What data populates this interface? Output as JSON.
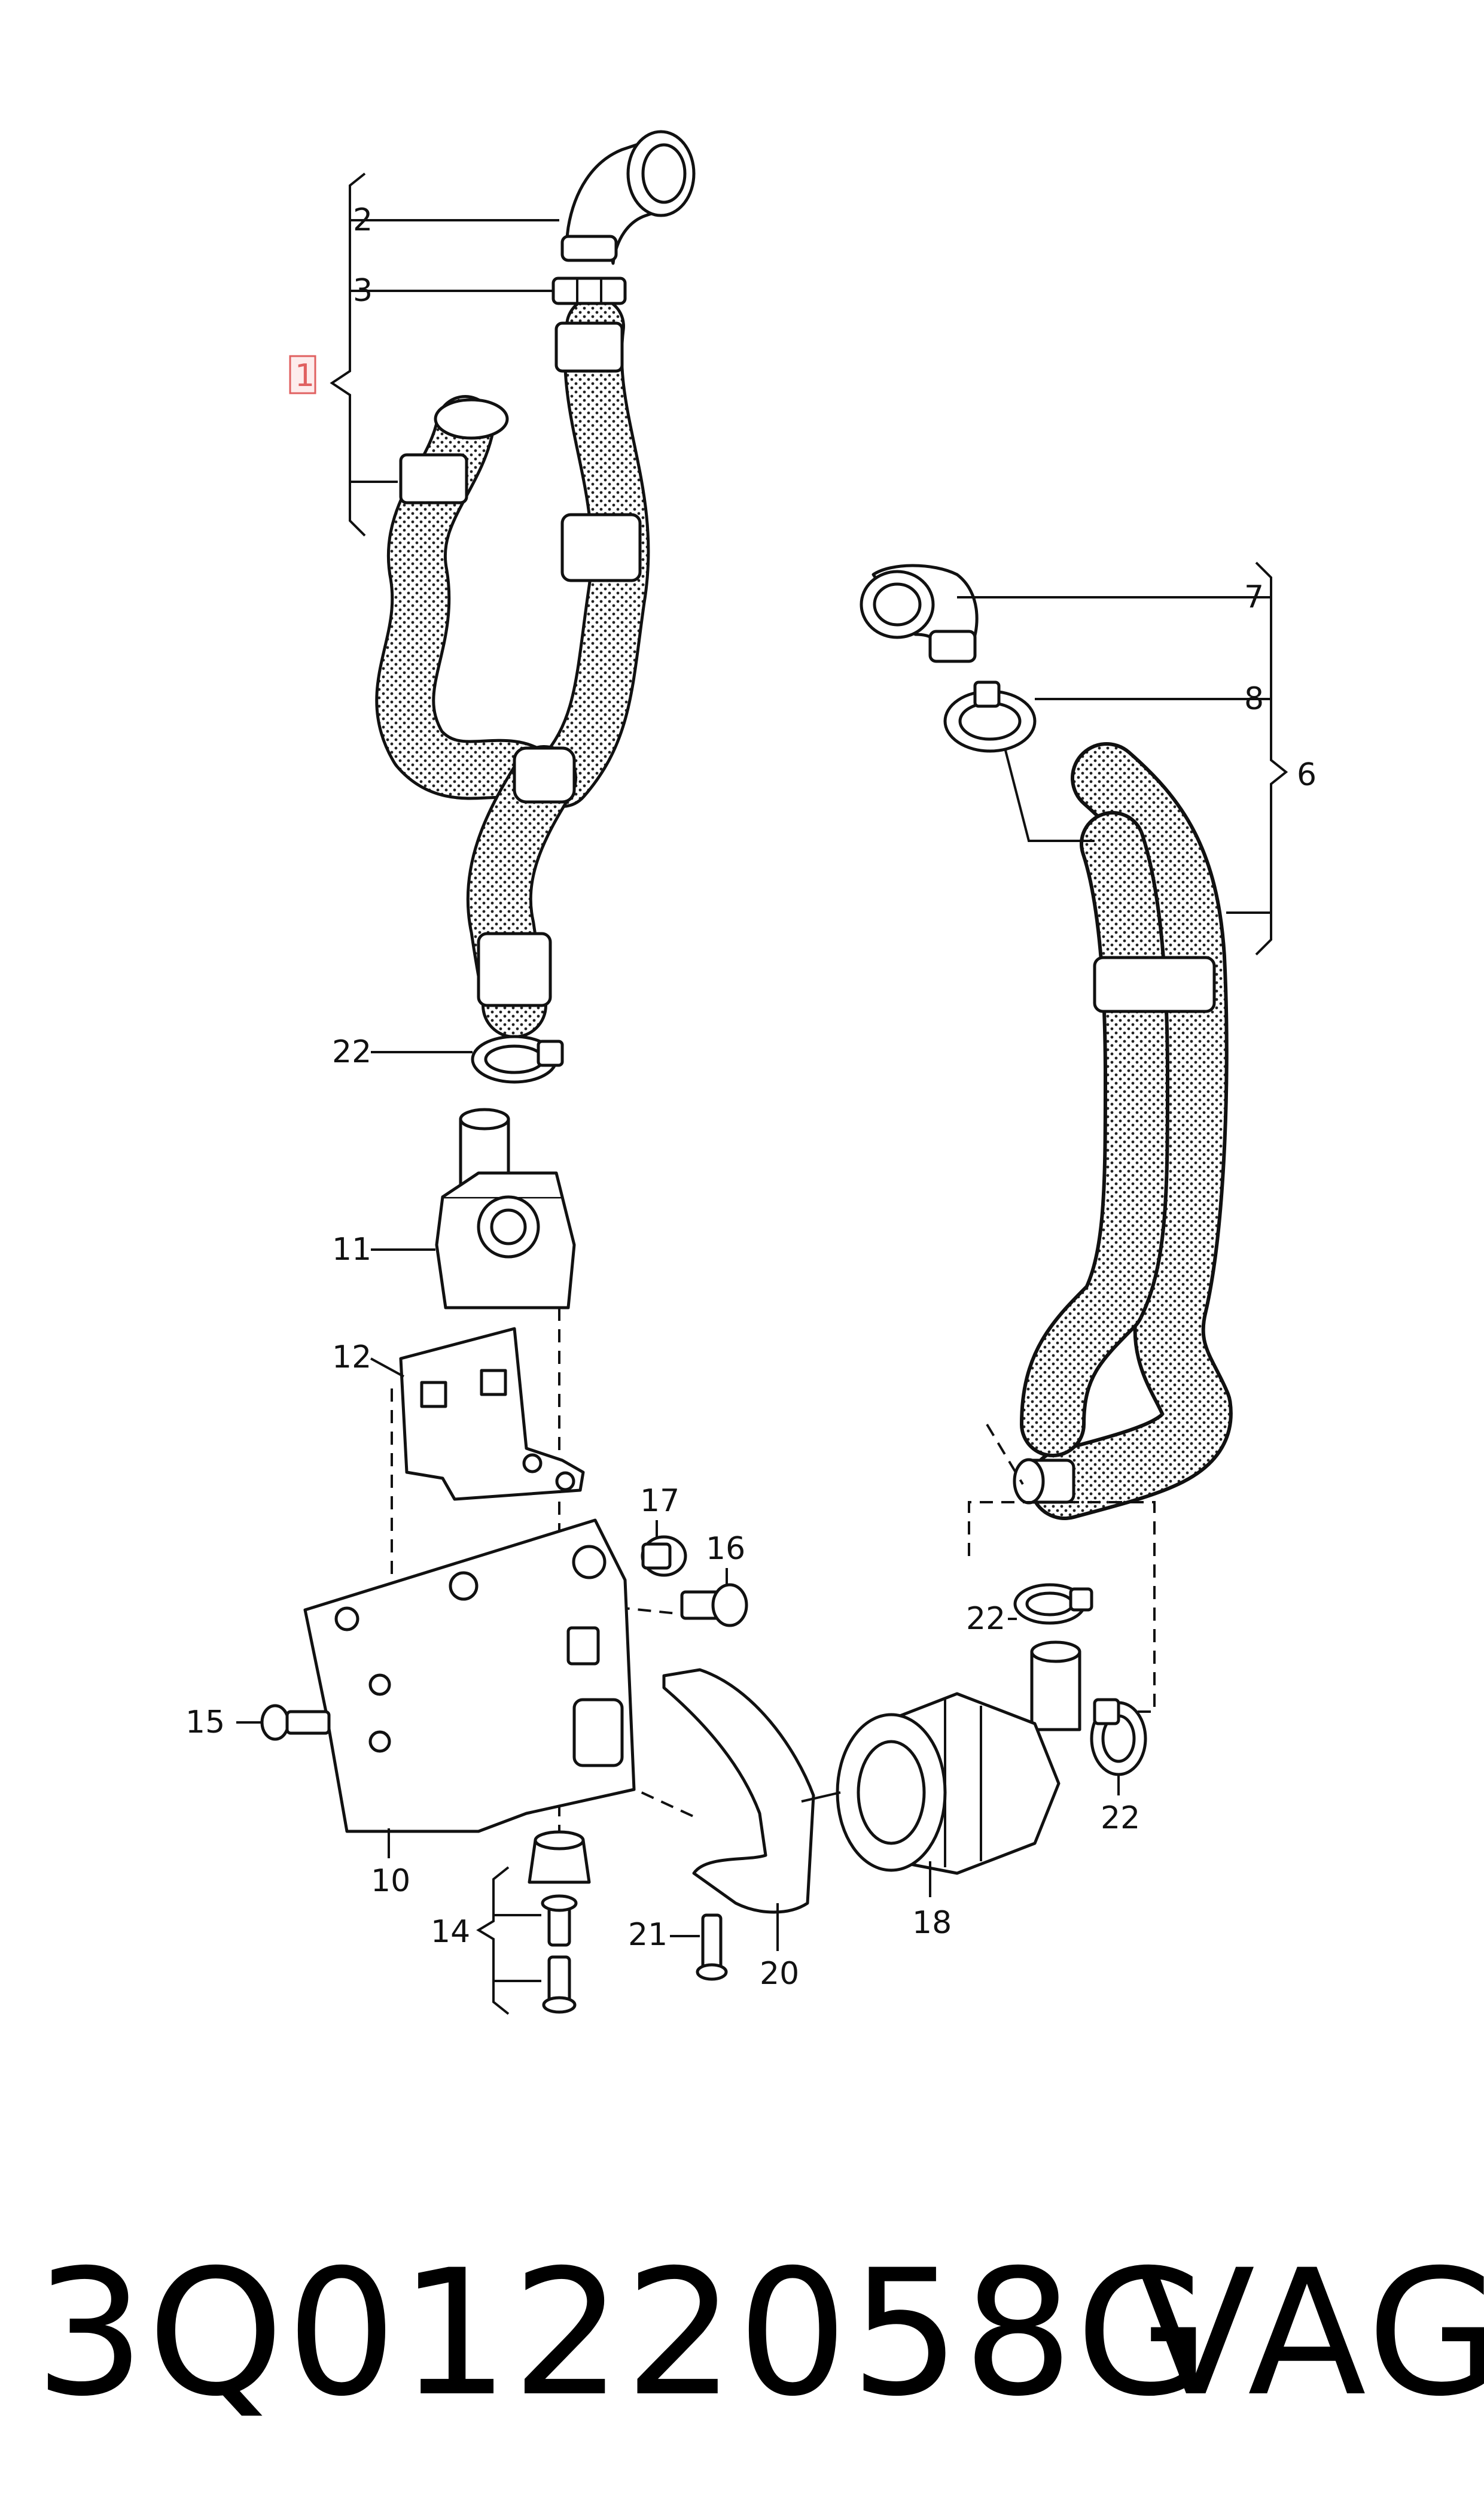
{
  "diagram": {
    "callouts": {
      "c1": "1",
      "c2": "2",
      "c3": "3",
      "c6": "6",
      "c7": "7",
      "c8": "8",
      "c10": "10",
      "c11": "11",
      "c12": "12",
      "c14": "14",
      "c15": "15",
      "c16": "16",
      "c17": "17",
      "c18": "18",
      "c20": "20",
      "c21": "21",
      "c22a": "22",
      "c22b": "22",
      "c22c": "22"
    },
    "highlight_color": "#e06060"
  },
  "footer": {
    "part_number": "3Q0122058G",
    "brand": "VAG"
  }
}
